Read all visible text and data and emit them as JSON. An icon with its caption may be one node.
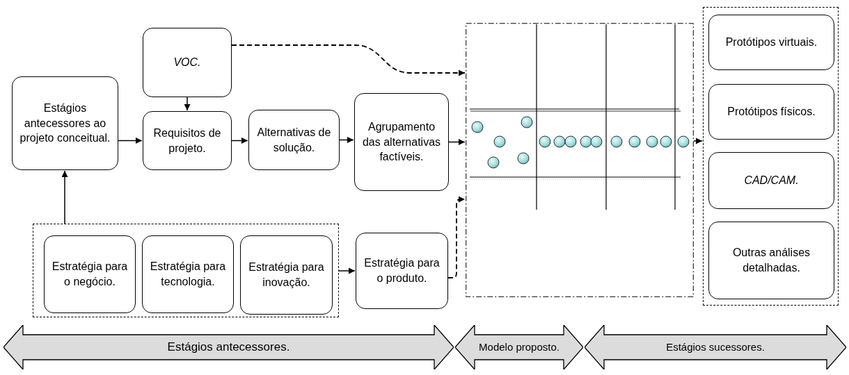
{
  "diagram": {
    "nodes": [
      {
        "text": [
          "VOC."
        ]
      },
      {
        "text": [
          "Estágios antecessores ao projeto conceitual."
        ]
      },
      {
        "text": [
          "Requisitos de projeto."
        ]
      },
      {
        "text": [
          "Alternativas de solução."
        ]
      },
      {
        "text": [
          "Agrupamento das alternativas factíveis."
        ]
      },
      {
        "text": [],
        "shape": "box"
      },
      {
        "text": [
          "Estratégia para o negócio."
        ],
        "in": 5
      },
      {
        "text": [
          "Estratégia para tecnologia."
        ],
        "in": 5
      },
      {
        "text": [
          "Estratégia para inovação."
        ],
        "in": 5
      },
      {
        "text": [
          "Estratégia para o produto."
        ]
      },
      {
        "text": [],
        "shape": "box"
      },
      {
        "text": [],
        "shape": "box"
      },
      {
        "text": [
          "Protótipos virtuais."
        ],
        "in": 11
      },
      {
        "text": [
          "Protótipos físicos."
        ],
        "in": 11
      },
      {
        "text": [
          "CAD/CAM."
        ],
        "in": 11
      },
      {
        "text": [
          "Outras análises detalhadas."
        ],
        "in": 11
      },
      {
        "text": [
          "Estágios antecessores."
        ]
      },
      {
        "text": [
          "Modelo proposto."
        ]
      },
      {
        "text": [
          "Estágios sucessores."
        ]
      }
    ],
    "edges": [
      {
        "from": 0,
        "to": 2,
        "arrow": "to"
      },
      {
        "from": 1,
        "to": 2,
        "arrow": "to"
      },
      {
        "from": 2,
        "to": 3,
        "arrow": "to"
      },
      {
        "from": 3,
        "to": 4,
        "arrow": "to"
      },
      {
        "from": 4,
        "to": 10,
        "arrow": "to"
      },
      {
        "from": 5,
        "to": 1,
        "arrow": "to"
      },
      {
        "from": 5,
        "to": 9,
        "arrow": "to"
      },
      {
        "from": 9,
        "to": 10,
        "arrow": "to",
        "style": "dashed"
      },
      {
        "from": 0,
        "to": 10,
        "arrow": "to",
        "style": "dashed"
      },
      {
        "from": 10,
        "to": 11,
        "arrow": "to"
      }
    ]
  }
}
